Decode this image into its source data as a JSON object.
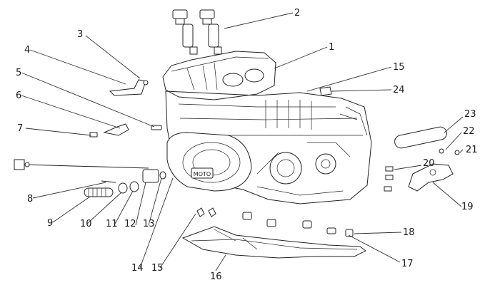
{
  "diagram": {
    "callouts": [
      {
        "id": "c1",
        "text": "1"
      },
      {
        "id": "c2",
        "text": "2"
      },
      {
        "id": "c3",
        "text": "3"
      },
      {
        "id": "c4",
        "text": "4"
      },
      {
        "id": "c5",
        "text": "5"
      },
      {
        "id": "c6",
        "text": "6"
      },
      {
        "id": "c7",
        "text": "7"
      },
      {
        "id": "c8",
        "text": "8"
      },
      {
        "id": "c9",
        "text": "9"
      },
      {
        "id": "c10",
        "text": "10"
      },
      {
        "id": "c11",
        "text": "11"
      },
      {
        "id": "c12",
        "text": "12"
      },
      {
        "id": "c13",
        "text": "13"
      },
      {
        "id": "c14",
        "text": "14"
      },
      {
        "id": "c15a",
        "text": "15"
      },
      {
        "id": "c15b",
        "text": "15"
      },
      {
        "id": "c16",
        "text": "16"
      },
      {
        "id": "c17",
        "text": "17"
      },
      {
        "id": "c18",
        "text": "18"
      },
      {
        "id": "c19",
        "text": "19"
      },
      {
        "id": "c20",
        "text": "20"
      },
      {
        "id": "c21",
        "text": "21"
      },
      {
        "id": "c22",
        "text": "22"
      },
      {
        "id": "c23",
        "text": "23"
      },
      {
        "id": "c24",
        "text": "24"
      }
    ],
    "cover_logo_text": "MOTO"
  }
}
